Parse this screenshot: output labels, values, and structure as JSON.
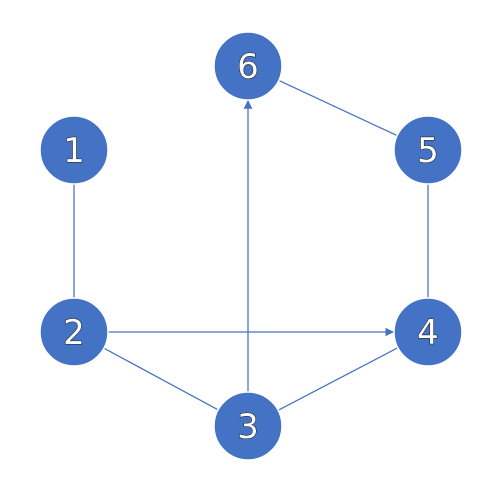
{
  "graph": {
    "colors": {
      "node_fill": "#4472c4",
      "edge": "#4472c4",
      "label_text": "#ffffff",
      "background": "#ffffff"
    },
    "nodes": [
      {
        "id": "1",
        "label": "1"
      },
      {
        "id": "2",
        "label": "2"
      },
      {
        "id": "3",
        "label": "3"
      },
      {
        "id": "4",
        "label": "4"
      },
      {
        "id": "5",
        "label": "5"
      },
      {
        "id": "6",
        "label": "6"
      }
    ],
    "edges": [
      {
        "from": "1",
        "to": "2",
        "directed": false
      },
      {
        "from": "2",
        "to": "3",
        "directed": false
      },
      {
        "from": "3",
        "to": "4",
        "directed": false
      },
      {
        "from": "4",
        "to": "5",
        "directed": false
      },
      {
        "from": "5",
        "to": "6",
        "directed": false
      },
      {
        "from": "2",
        "to": "4",
        "directed": true
      },
      {
        "from": "3",
        "to": "6",
        "directed": true
      }
    ]
  }
}
